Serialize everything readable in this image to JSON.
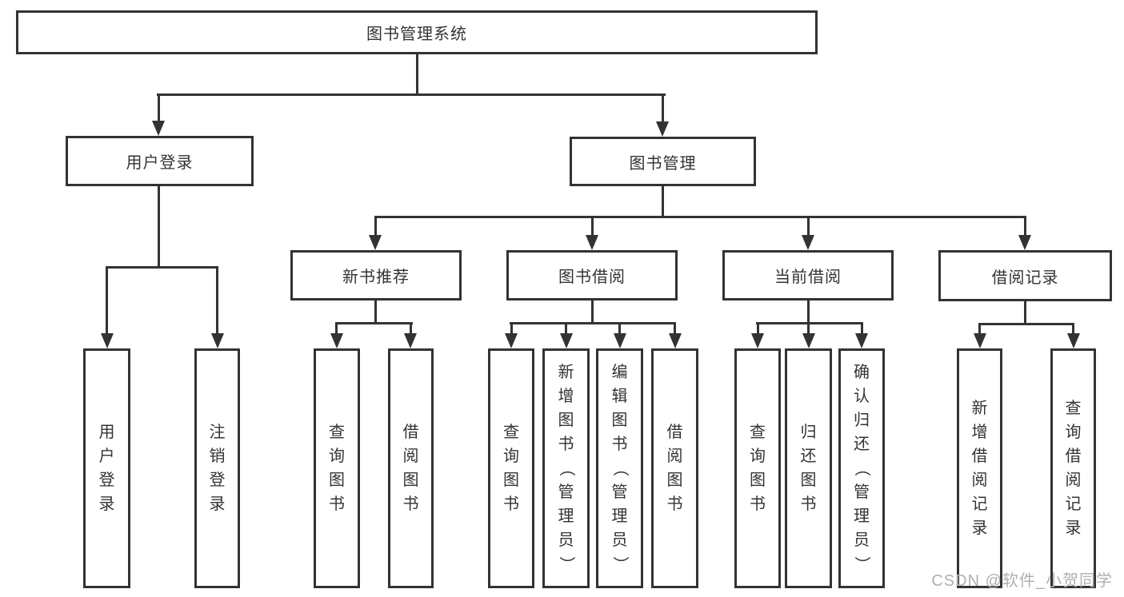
{
  "diagram": {
    "title_node": {
      "label": "图书管理系统"
    },
    "level2": {
      "user_login": {
        "label": "用户登录"
      },
      "book_management": {
        "label": "图书管理"
      }
    },
    "level3": {
      "new_book_recommend": {
        "label": "新书推荐"
      },
      "book_borrow": {
        "label": "图书借阅"
      },
      "current_borrow": {
        "label": "当前借阅"
      },
      "borrow_records": {
        "label": "借阅记录"
      }
    },
    "leaves": {
      "login": "用户登录",
      "logout": "注销登录",
      "rec_query": "查询图书",
      "rec_borrow": "借阅图书",
      "bor_query": "查询图书",
      "bor_add": "新增图书（管理员）",
      "bor_edit": "编辑图书（管理员）",
      "bor_borrow": "借阅图书",
      "cur_query": "查询图书",
      "cur_return": "归还图书",
      "cur_confirm": "确认归还（管理员）",
      "rec_add_record": "新增借阅记录",
      "rec_query_record": "查询借阅记录"
    },
    "watermark": "CSDN @软件_小贺同学",
    "colors": {
      "line": "#333333",
      "text": "#333333",
      "watermark": "#b0b0b0",
      "background": "#ffffff"
    }
  }
}
